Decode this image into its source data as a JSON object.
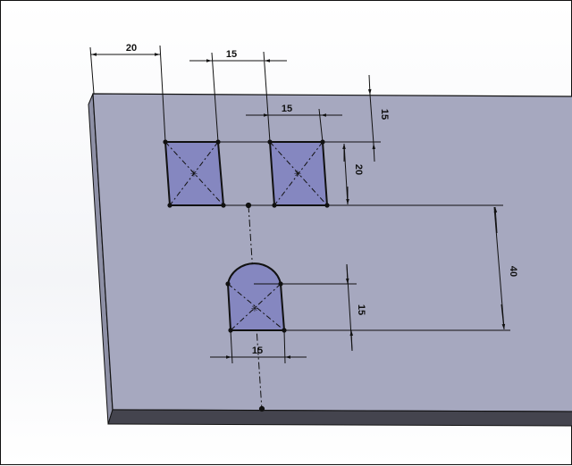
{
  "viewport": {
    "background": "#ffffff",
    "plate_top_color": "#a6a8bf",
    "plate_edge_color": "#44444e",
    "plate_side_color": "#8e90a6",
    "cutout_fill": "#8587c0",
    "line_color": "#111111"
  },
  "dimensions": {
    "left_offset": "20",
    "square_width_top": "15",
    "square_gap": "15",
    "top_offset": "15",
    "square_height": "20",
    "vertical_spacing": "40",
    "slot_height": "15",
    "slot_width": "15"
  },
  "features": [
    {
      "name": "square-cutout-left",
      "type": "rectangle"
    },
    {
      "name": "square-cutout-right",
      "type": "rectangle"
    },
    {
      "name": "slot-cutout",
      "type": "arch-slot"
    }
  ]
}
